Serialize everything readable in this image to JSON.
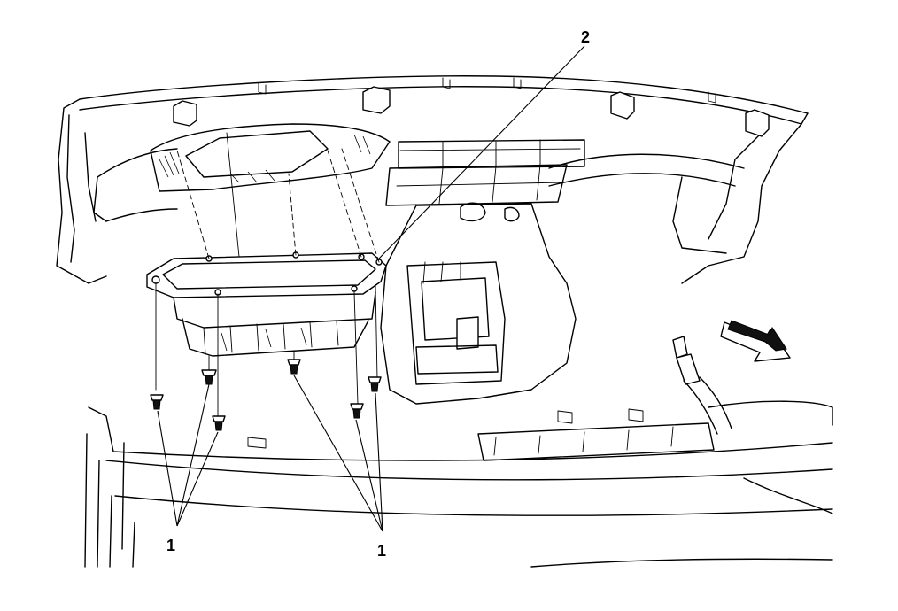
{
  "callouts": {
    "fastener_group_left": "1",
    "fastener_group_right": "1",
    "duct_assembly": "2"
  },
  "icons": {
    "direction_arrow": "front-of-vehicle-arrow-icon"
  },
  "colors": {
    "line": "#000000",
    "background": "#ffffff"
  }
}
